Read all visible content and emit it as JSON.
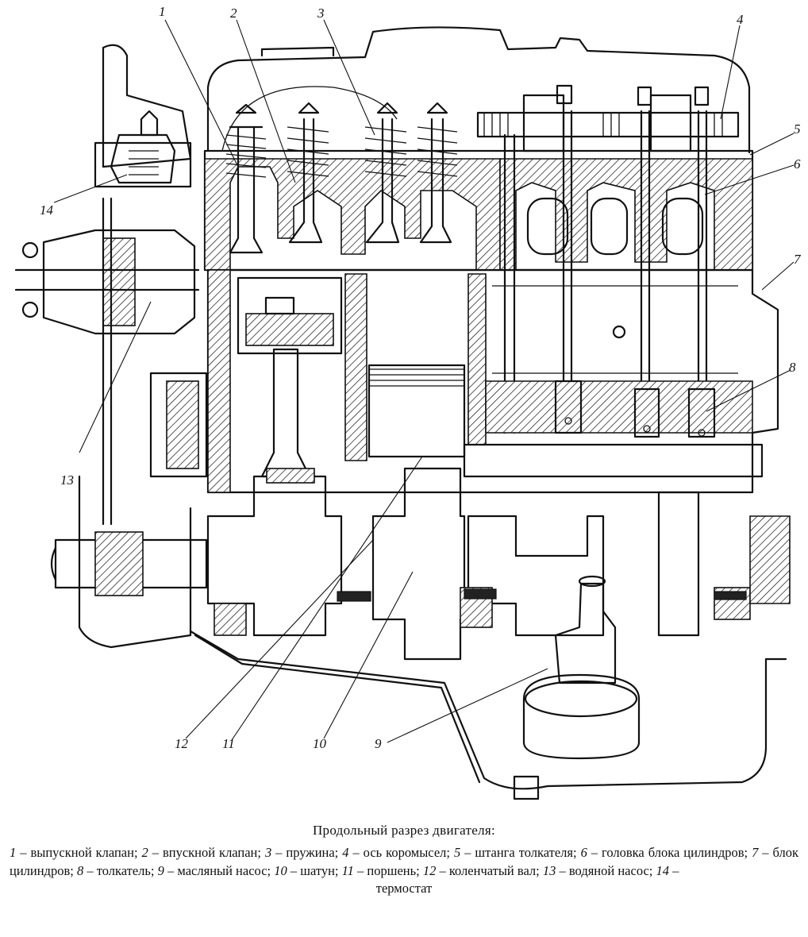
{
  "caption": {
    "title": "Продольный разрез двигателя:",
    "legend": [
      {
        "num": "1",
        "text": " – выпускной клапан; "
      },
      {
        "num": "2",
        "text": " – впускной клапан; "
      },
      {
        "num": "3",
        "text": " – пружина; "
      },
      {
        "num": "4",
        "text": " – ось коромысел; "
      },
      {
        "num": "5",
        "text": " – штанга толкателя; "
      },
      {
        "num": "6",
        "text": " – головка блока цилиндров; "
      },
      {
        "num": "7",
        "text": " – блок цилиндров; "
      },
      {
        "num": "8",
        "text": " – толкатель; "
      },
      {
        "num": "9",
        "text": " – масляный насос; "
      },
      {
        "num": "10",
        "text": " – шатун; "
      },
      {
        "num": "11",
        "text": " – поршень; "
      },
      {
        "num": "12",
        "text": " – коленчатый вал; "
      },
      {
        "num": "13",
        "text": " – водяной насос; "
      },
      {
        "num": "14",
        "text": " –"
      }
    ],
    "last_line": "термостат"
  },
  "callouts": [
    "1",
    "2",
    "3",
    "4",
    "5",
    "6",
    "7",
    "8",
    "9",
    "10",
    "11",
    "12",
    "13",
    "14"
  ]
}
